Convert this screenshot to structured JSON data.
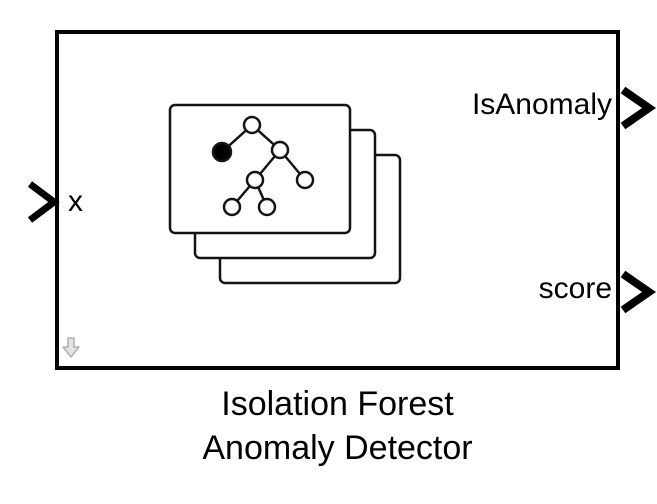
{
  "block": {
    "name_line1": "Isolation Forest",
    "name_line2": "Anomaly Detector",
    "border_color": "#000000",
    "fill_color": "#ffffff"
  },
  "ports": {
    "input": {
      "label": "x"
    },
    "output_top": {
      "label": "IsAnomaly"
    },
    "output_bottom": {
      "label": "score"
    }
  },
  "icons": {
    "block_icon": "isolation-forest-stacked-trees-icon",
    "corner_icon": "gray-down-arrow-icon"
  },
  "colors": {
    "line": "#000000",
    "icon_stroke": "#141414",
    "arrow_fill": "#e4e4e4",
    "arrow_stroke": "#b2b2b2"
  }
}
